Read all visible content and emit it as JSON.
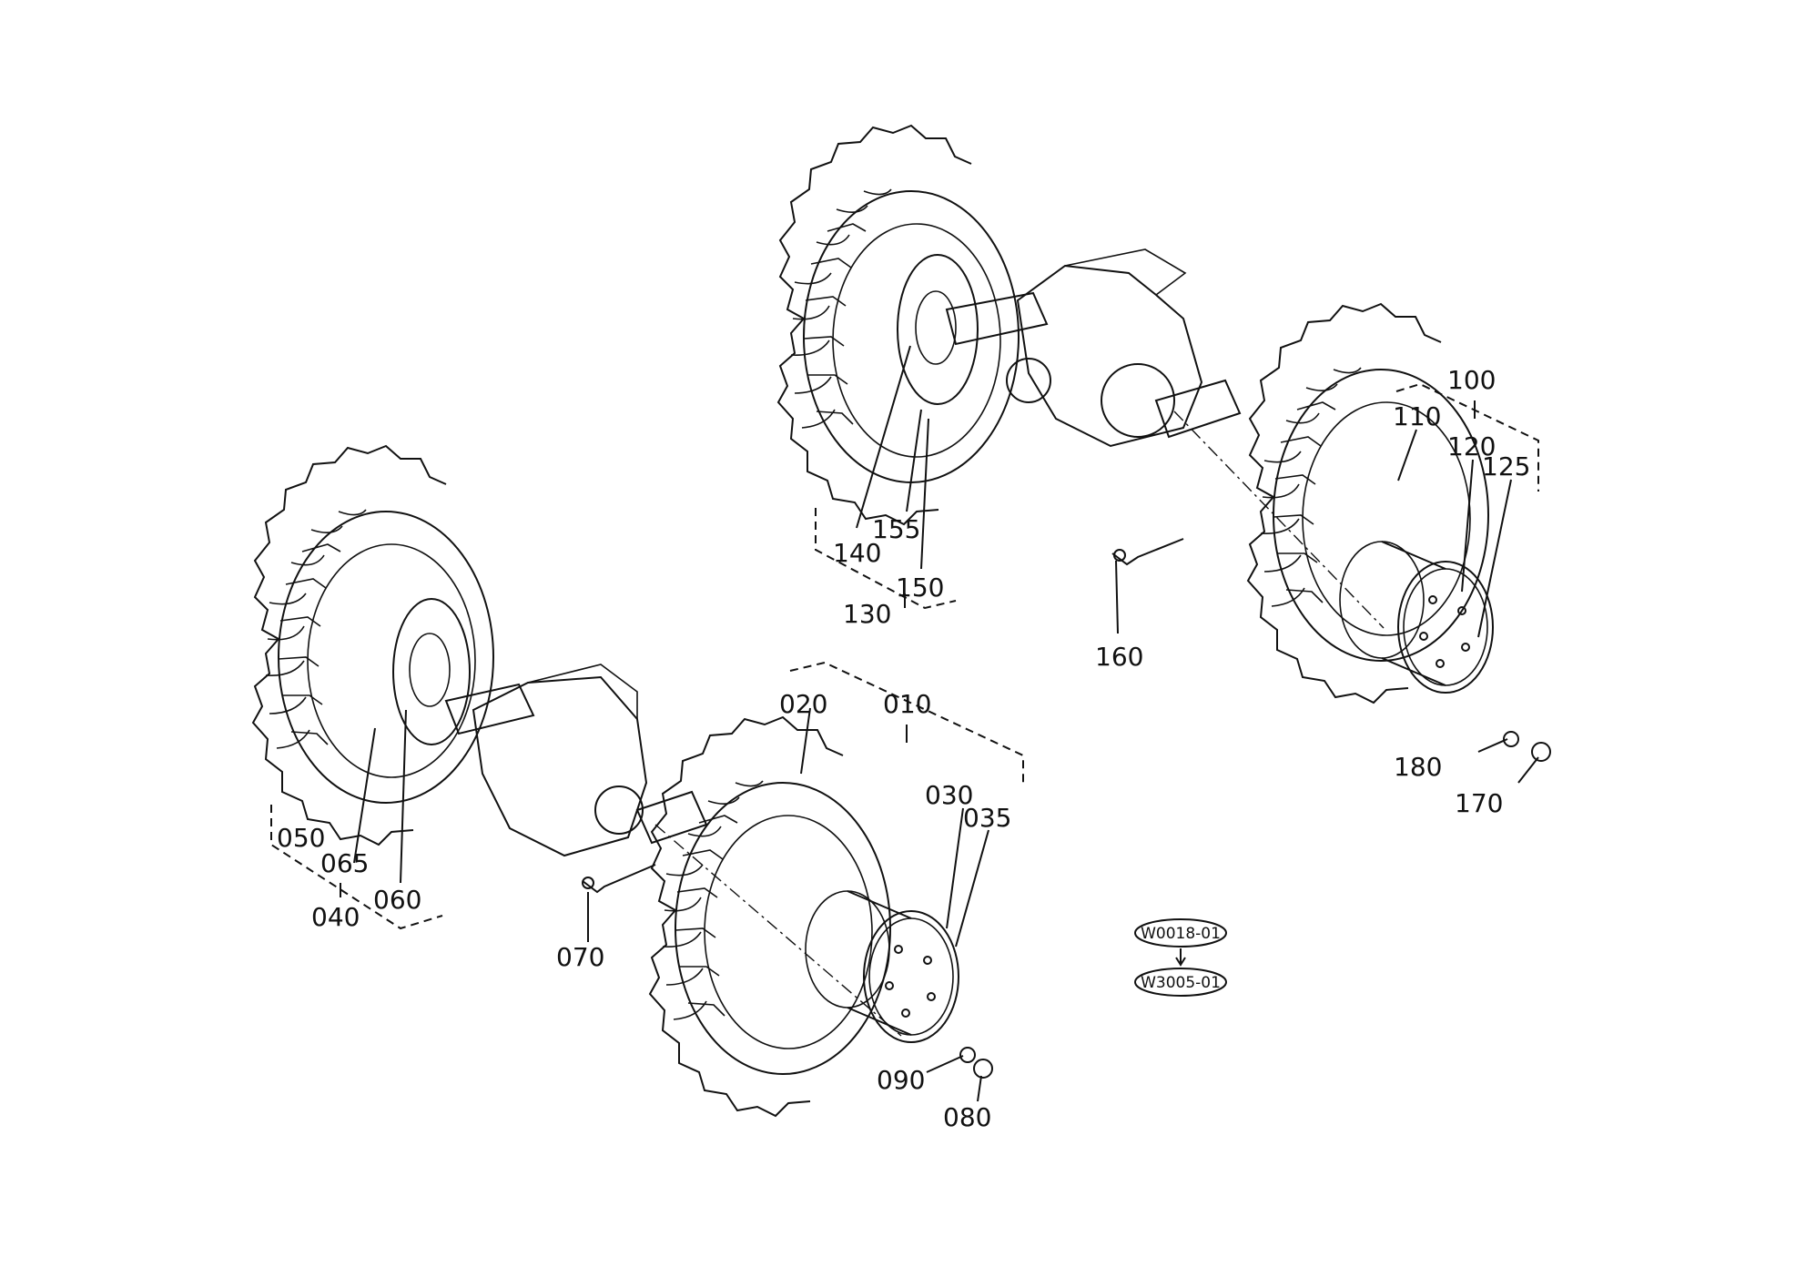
{
  "diagram": {
    "part_labels": {
      "p010": "010",
      "p020": "020",
      "p030": "030",
      "p035": "035",
      "p040": "040",
      "p050": "050",
      "p060": "060",
      "p065": "065",
      "p070": "070",
      "p080": "080",
      "p090": "090",
      "p100": "100",
      "p110": "110",
      "p120": "120",
      "p125": "125",
      "p130": "130",
      "p140": "140",
      "p150": "150",
      "p155": "155",
      "p160": "160",
      "p170": "170",
      "p180": "180"
    },
    "reference_tags": {
      "top": "W0018-01",
      "bottom": "W3005-01"
    }
  }
}
